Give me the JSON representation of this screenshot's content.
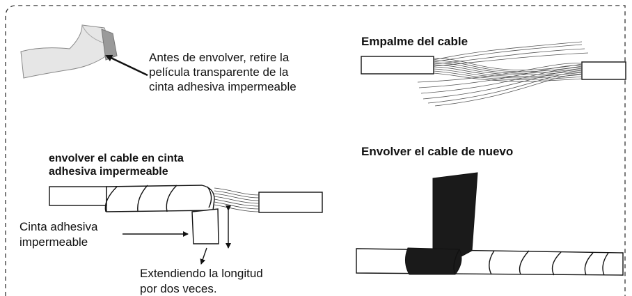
{
  "peel": {
    "lines": [
      "Antes de envolver, retire la",
      "película transparente de la",
      "cinta adhesiva impermeable"
    ]
  },
  "splice": {
    "title": "Empalme del cable"
  },
  "wrap": {
    "title_lines": [
      "envolver el cable en cinta",
      "adhesiva impermeable"
    ],
    "tape_label_lines": [
      "Cinta adhesiva",
      "impermeable"
    ],
    "extend_lines": [
      "Extendiendo la longitud",
      "por dos veces."
    ]
  },
  "rewrap": {
    "title": "Envolver el cable de nuevo"
  }
}
